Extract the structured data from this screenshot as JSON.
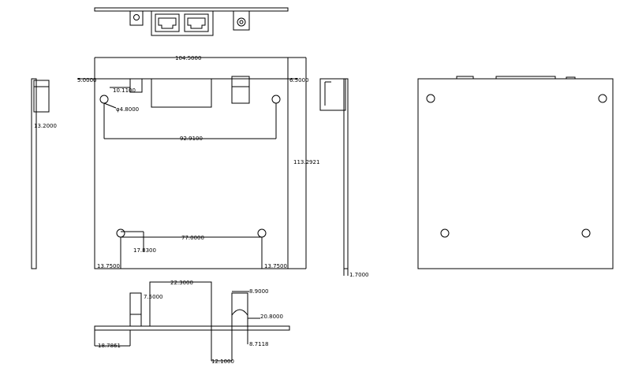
{
  "views": [
    "front-view",
    "top-view",
    "left-side-view",
    "right-side-view",
    "bottom-view",
    "back-view"
  ],
  "dimensions": {
    "overall_width": "104.5000",
    "top_left_offset": "5.0000",
    "top_right_offset": "6.5000",
    "connector_offset": "10.1100",
    "hole_diameter": "φ4.8000",
    "top_hole_spacing": "92.9100",
    "overall_height": "113.2921",
    "bottom_hole_spacing": "77.0000",
    "bottom_hole_height": "17.8300",
    "bottom_left_offset": "13.7500",
    "bottom_right_offset": "13.7500",
    "left_side_height": "13.2000",
    "right_side_thickness": "1.7000",
    "bottom_jack_height": "7.5000",
    "bottom_rj45_width": "22.3000",
    "bottom_dc_width": "8.9000",
    "bottom_dc_height": "20.8000",
    "bottom_left_offset_b": "18.7861",
    "bottom_dc_offset": "8.7118",
    "bottom_total_offset": "12.1000"
  },
  "icons": [
    "rj45-port-icon",
    "dc-jack-icon",
    "mounting-hole-icon"
  ]
}
